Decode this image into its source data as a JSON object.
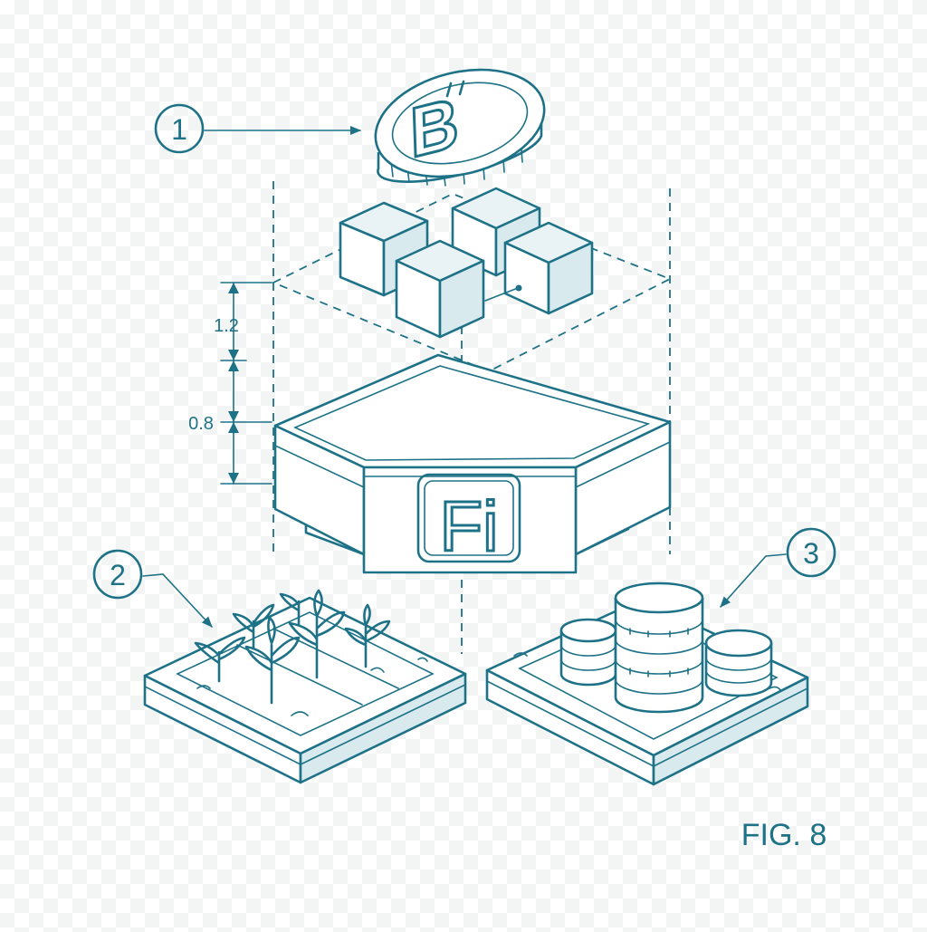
{
  "callouts": {
    "one": "1",
    "two": "2",
    "three": "3"
  },
  "dimensions": {
    "upper": "1.2",
    "lower": "0.8"
  },
  "logo": {
    "text": "Fi"
  },
  "figure": {
    "label": "FIG. 8"
  },
  "colors": {
    "ink": "#1e7287",
    "background": "#ffffff"
  },
  "icons": [
    "bitcoin-coin-icon",
    "block-cube-icon",
    "fi-logo-icon",
    "plant-sprout-icon",
    "coin-stack-icon"
  ]
}
